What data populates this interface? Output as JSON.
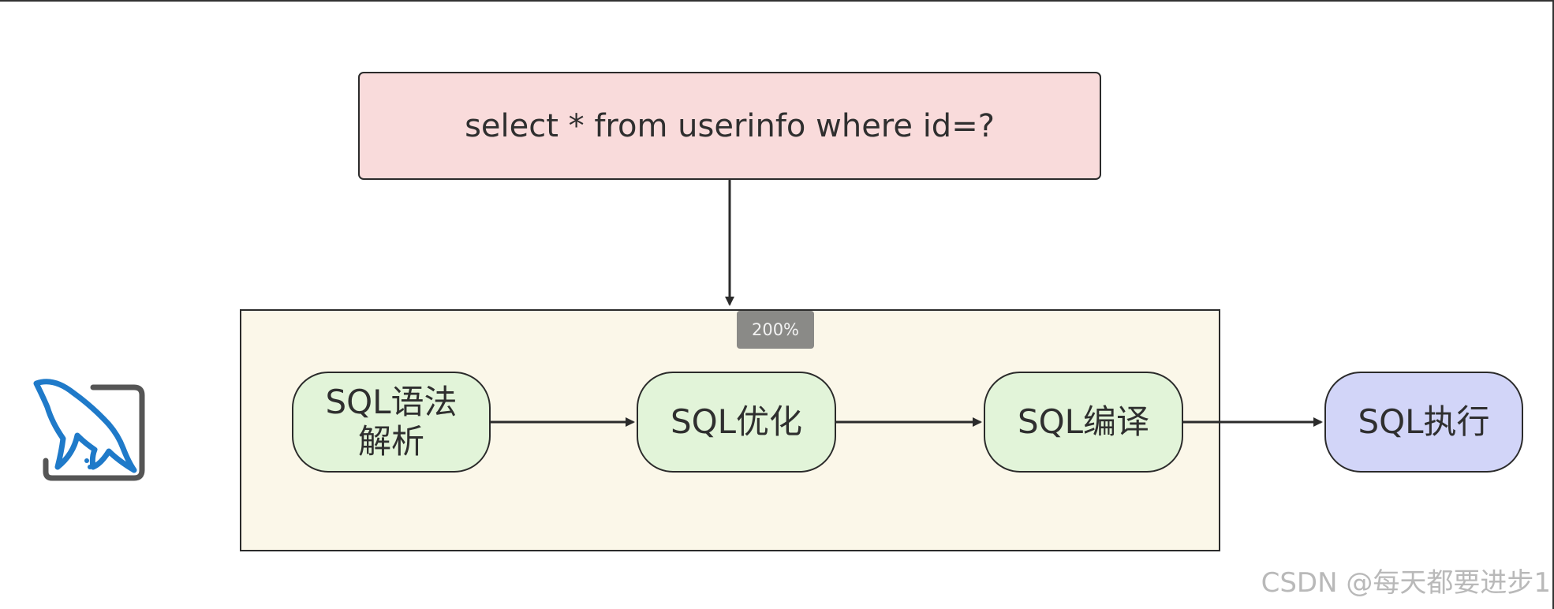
{
  "query": {
    "text": "select * from userinfo where id=?"
  },
  "steps": [
    {
      "label": "SQL语法\n解析"
    },
    {
      "label": "SQL优化"
    },
    {
      "label": "SQL编译"
    },
    {
      "label": "SQL执行"
    }
  ],
  "zoom_badge": "200%",
  "logo": {
    "icon": "mysql-dolphin-icon"
  },
  "watermark": "CSDN @每天都要进步1",
  "colors": {
    "query_fill": "#f9dbdb",
    "container_fill": "#fbf7e9",
    "step_fill": "#e2f4d9",
    "exec_fill": "#d2d5f8",
    "logo_blue": "#1f7ac9",
    "logo_gray": "#555555"
  }
}
